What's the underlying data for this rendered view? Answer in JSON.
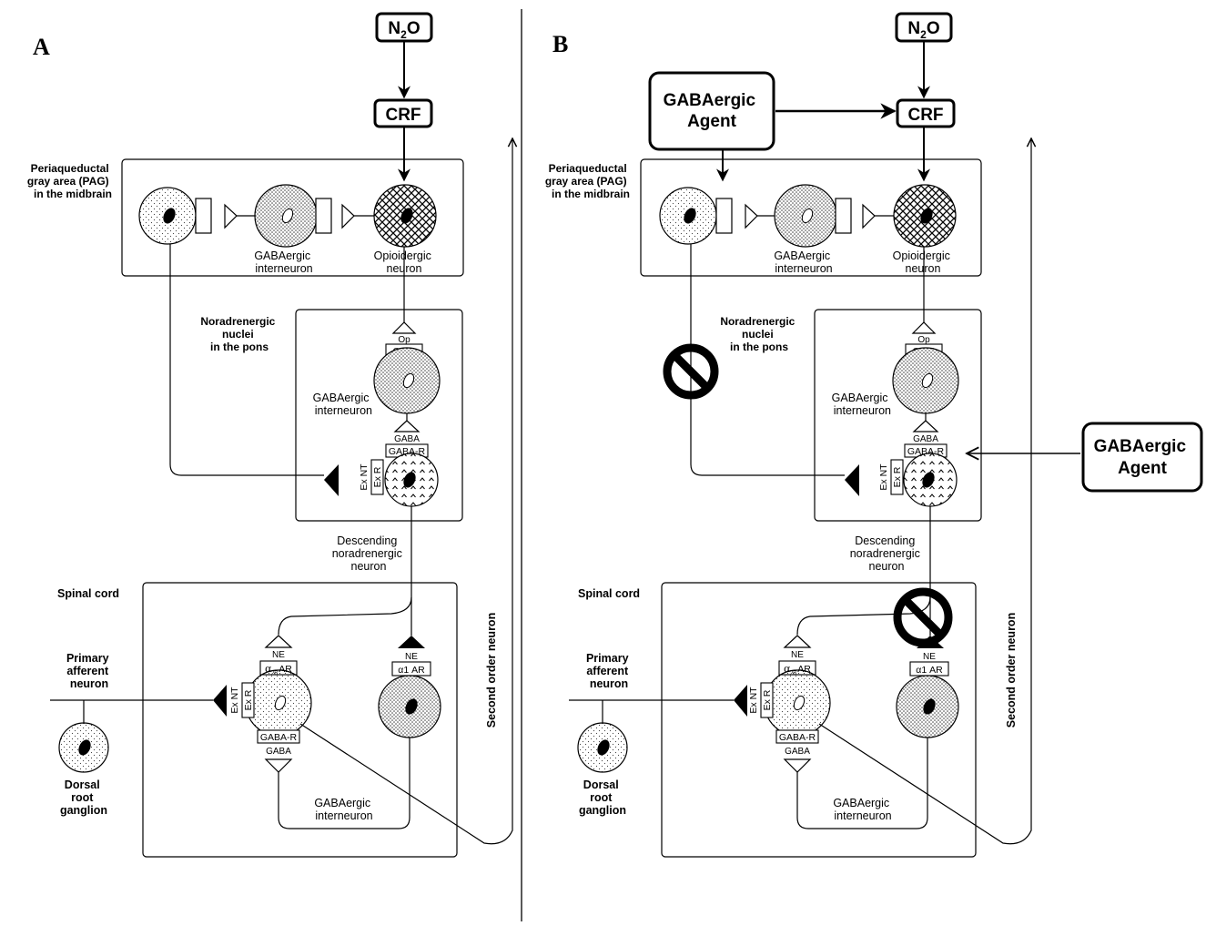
{
  "panels": [
    {
      "letter": "A",
      "n2o": {
        "main": "N",
        "sub": "2",
        "tail": "O"
      },
      "crf": "CRF",
      "pag_label": [
        "Periaqueductal",
        "gray area (PAG)",
        "in the midbrain"
      ],
      "pag_interneuron": [
        "GABAergic",
        "interneuron"
      ],
      "opioid_neuron": [
        "Opioidergic",
        "neuron"
      ],
      "pons_label": [
        "Noradrenergic",
        "nuclei",
        "in the pons"
      ],
      "op": "Op",
      "op_r": "Op-R",
      "pons_interneuron": [
        "GABAergic",
        "interneuron"
      ],
      "gaba": "GABA",
      "gaba_r": "GABA-R",
      "ex_nt": "Ex NT",
      "ex_r": "Ex R",
      "descending": [
        "Descending",
        "noradrenergic",
        "neuron"
      ],
      "spinal_label": "Spinal cord",
      "primary_afferent": [
        "Primary",
        "afferent",
        "neuron"
      ],
      "drg": [
        "Dorsal",
        "root",
        "ganglion"
      ],
      "ne": "NE",
      "a2_main": "α",
      "a2_sub": "2B",
      "a2_tail": "AR",
      "a1_ar": "α1 AR",
      "spinal_gaba_r": "GABA-R",
      "spinal_gaba": "GABA",
      "spinal_interneuron": [
        "GABAergic",
        "interneuron"
      ],
      "second_order": "Second order neuron"
    },
    {
      "letter": "B",
      "n2o": {
        "main": "N",
        "sub": "2",
        "tail": "O"
      },
      "crf": "CRF",
      "agent_top": [
        "GABAergic",
        "Agent"
      ],
      "agent_right": [
        "GABAergic",
        "Agent"
      ],
      "pag_label": [
        "Periaqueductal",
        "gray area (PAG)",
        "in the midbrain"
      ],
      "pag_interneuron": [
        "GABAergic",
        "interneuron"
      ],
      "opioid_neuron": [
        "Opioidergic",
        "neuron"
      ],
      "pons_label": [
        "Noradrenergic",
        "nuclei",
        "in the pons"
      ],
      "op": "Op",
      "op_r": "Op-R",
      "pons_interneuron": [
        "GABAergic",
        "interneuron"
      ],
      "gaba": "GABA",
      "gaba_r": "GABA-R",
      "ex_nt": "Ex NT",
      "ex_r": "Ex R",
      "descending": [
        "Descending",
        "noradrenergic",
        "neuron"
      ],
      "spinal_label": "Spinal cord",
      "primary_afferent": [
        "Primary",
        "afferent",
        "neuron"
      ],
      "drg": [
        "Dorsal",
        "root",
        "ganglion"
      ],
      "ne": "NE",
      "a2_main": "α",
      "a2_sub": "2B",
      "a2_tail": "AR",
      "a1_ar": "α1 AR",
      "spinal_gaba_r": "GABA-R",
      "spinal_gaba": "GABA",
      "spinal_interneuron": [
        "GABAergic",
        "interneuron"
      ],
      "second_order": "Second order neuron"
    }
  ]
}
